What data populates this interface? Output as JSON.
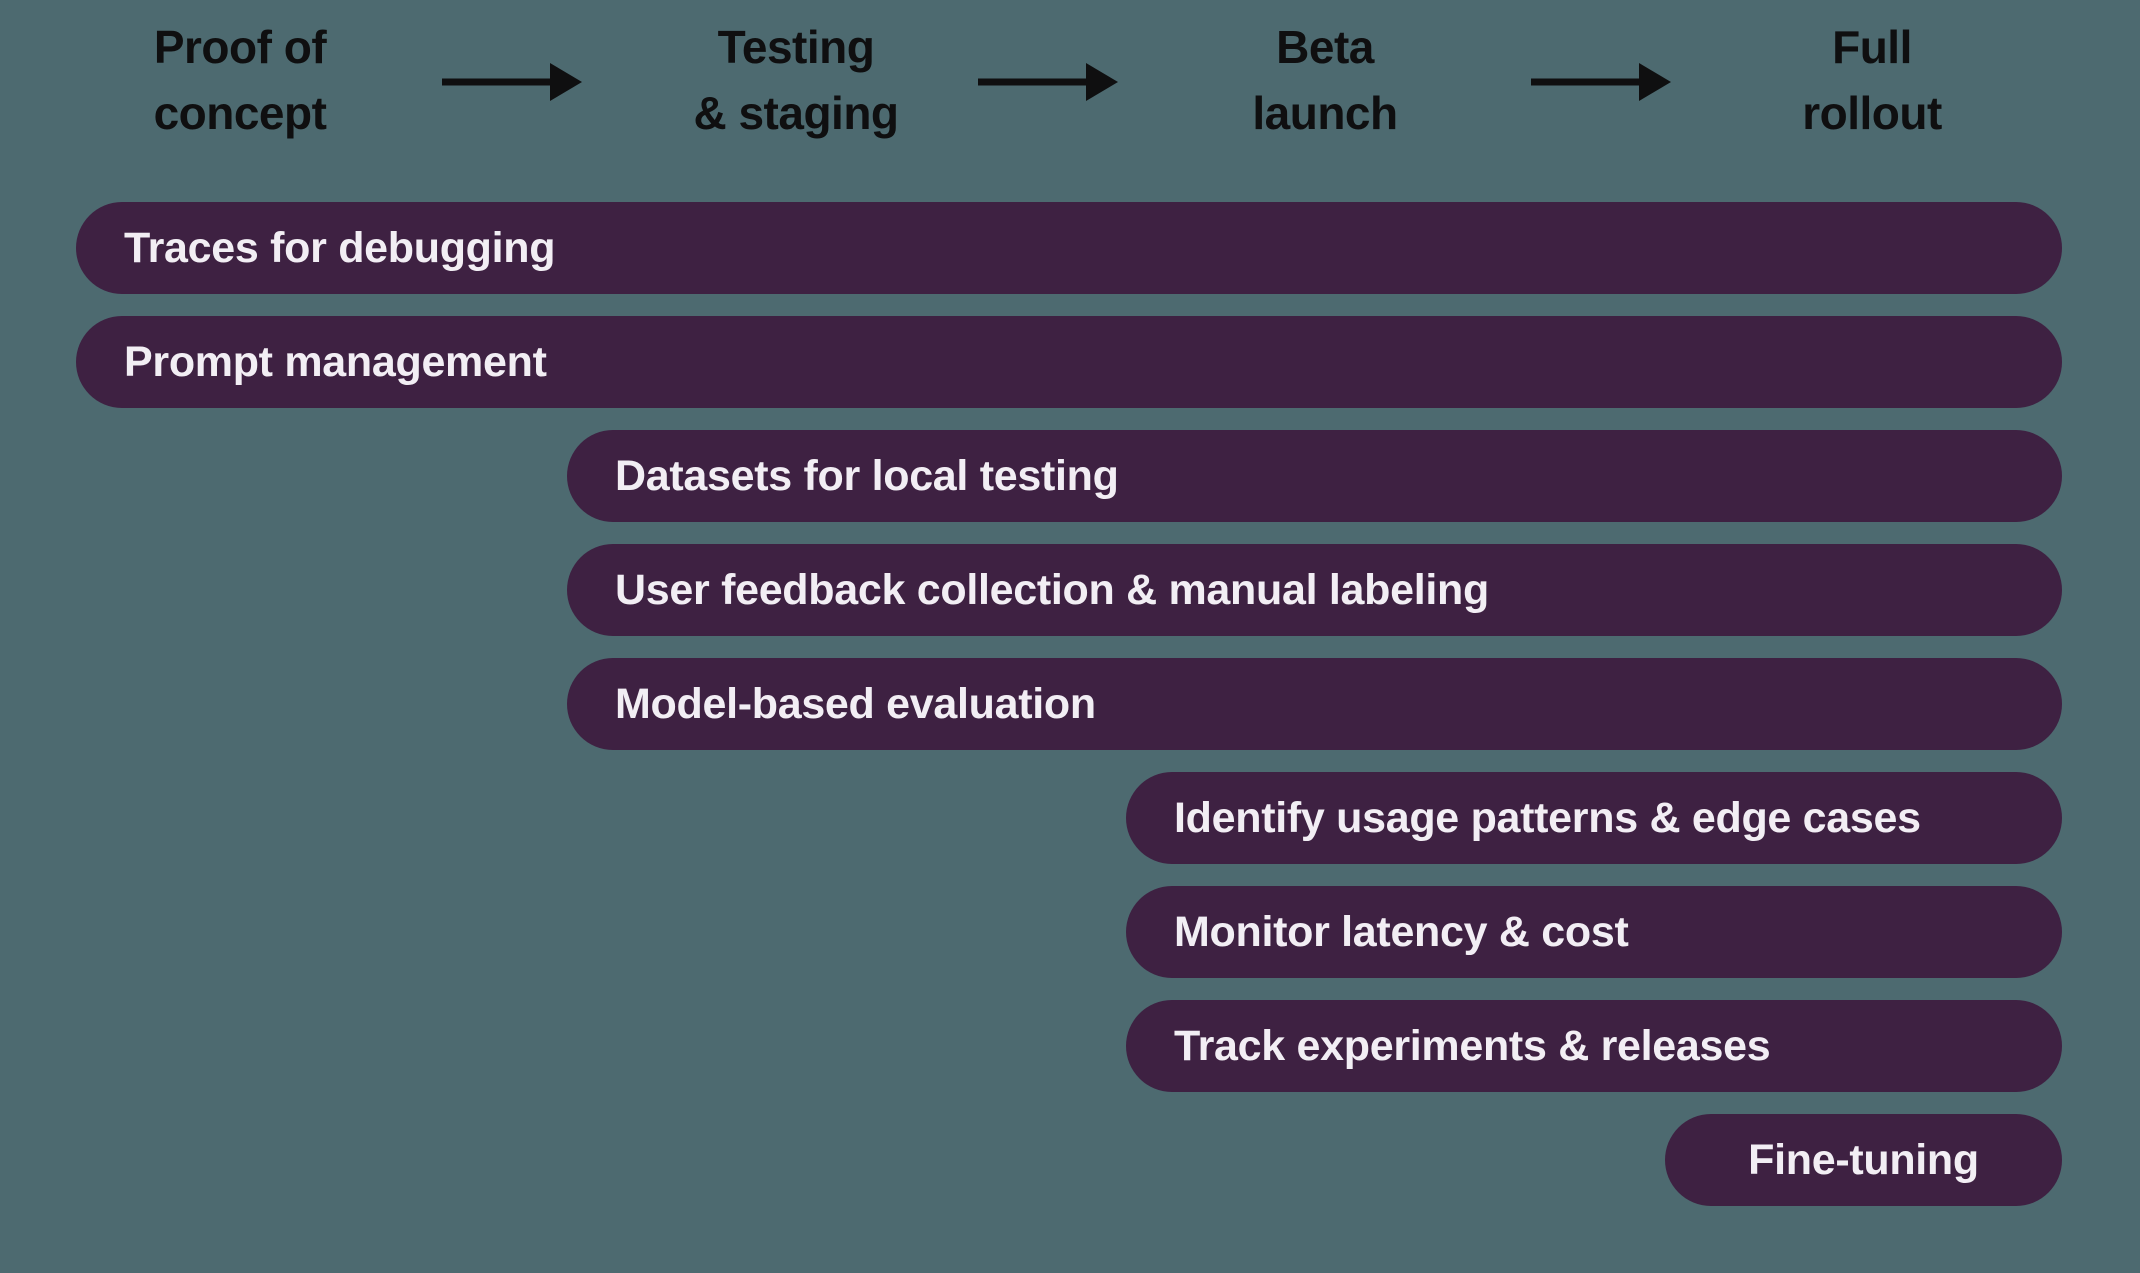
{
  "colors": {
    "background": "#4D6A70",
    "bar_fill": "#3E2142",
    "bar_text": "#F2EEF4",
    "header_text": "#0F0F10",
    "arrow": "#0F0F10"
  },
  "stages": [
    {
      "line1": "Proof of",
      "line2": "concept"
    },
    {
      "line1": "Testing",
      "line2": "& staging"
    },
    {
      "line1": "Beta",
      "line2": "launch"
    },
    {
      "line1": "Full",
      "line2": "rollout"
    }
  ],
  "chart_data": {
    "type": "gantt",
    "columns": [
      "Proof of concept",
      "Testing & staging",
      "Beta launch",
      "Full rollout"
    ],
    "bars": [
      {
        "label": "Traces for debugging",
        "start_stage": "Proof of concept",
        "end_stage": "Full rollout"
      },
      {
        "label": "Prompt management",
        "start_stage": "Proof of concept",
        "end_stage": "Full rollout"
      },
      {
        "label": "Datasets for local testing",
        "start_stage": "Testing & staging",
        "end_stage": "Full rollout"
      },
      {
        "label": "User feedback collection & manual labeling",
        "start_stage": "Testing & staging",
        "end_stage": "Full rollout"
      },
      {
        "label": "Model-based evaluation",
        "start_stage": "Testing & staging",
        "end_stage": "Full rollout"
      },
      {
        "label": "Identify usage patterns & edge cases",
        "start_stage": "Beta launch",
        "end_stage": "Full rollout"
      },
      {
        "label": "Monitor latency & cost",
        "start_stage": "Beta launch",
        "end_stage": "Full rollout"
      },
      {
        "label": "Track experiments & releases",
        "start_stage": "Beta launch",
        "end_stage": "Full rollout"
      },
      {
        "label": "Fine-tuning",
        "start_stage": "Full rollout",
        "end_stage": "Full rollout"
      }
    ]
  }
}
